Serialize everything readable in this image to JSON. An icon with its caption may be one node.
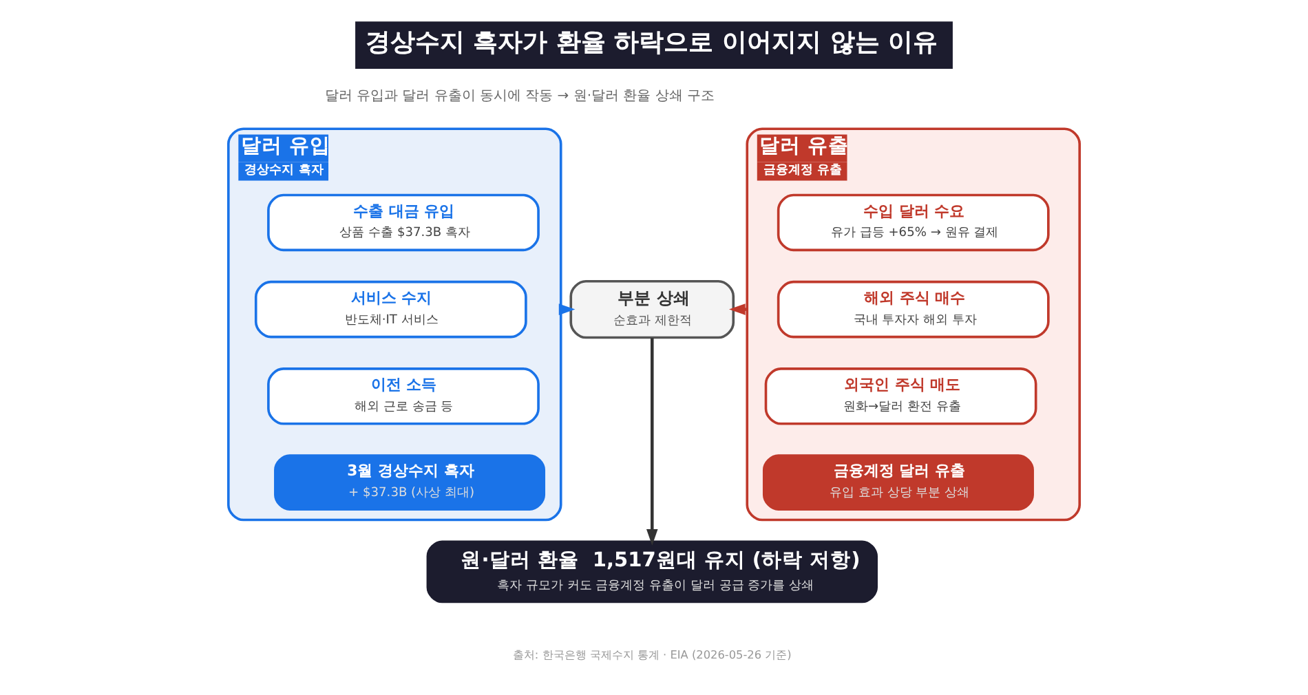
{
  "diagram": {
    "title": "경상수지 흑자가 환율 하락으로 이어지지 않는 이유",
    "caption": "출처: 한국은행 국제수지 통계 · EIA (2026-05-26 기준)",
    "nodes": [
      {
        "text": [
          "달러 유입",
          "경상수지 흑자"
        ]
      },
      {
        "text": [
          "수출 대금 유입",
          "상품 수출 $37.3B 흑자"
        ],
        "in": 0
      },
      {
        "text": [
          "서비스 수지",
          "반도체·IT 서비스"
        ],
        "in": 0
      },
      {
        "text": [
          "이전 소득",
          "해외 근로 송금 등"
        ],
        "in": 0
      },
      {
        "text": [
          "3월 경상수지 흑자",
          "+ $37.3B (사상 최대)"
        ],
        "in": 0
      },
      {
        "text": [
          "부분 상쇄",
          "순효과 제한적"
        ]
      },
      {
        "text": [
          "달러 유출",
          "금융계정 유출"
        ]
      },
      {
        "text": [
          "수입 달러 수요",
          "유가 급등 +65% → 원유 결제"
        ],
        "in": 6
      },
      {
        "text": [
          "해외 주식 매수",
          "국내 투자자 해외 투자"
        ],
        "in": 6
      },
      {
        "text": [
          "외국인 주식 매도",
          "원화→달러 환전 유출"
        ],
        "in": 6
      },
      {
        "text": [
          "금융계정 달러 유출",
          "유입 효과 상당 부분 상쇄"
        ],
        "in": 6
      },
      {
        "text": [
          "원·달러 환율  1,517원대 유지 (하락 저항)",
          "흑자 규모가 커도 금융계정 유출이 달러 공급 증가를 상쇄"
        ]
      }
    ],
    "edges": [
      {
        "from": 0,
        "to": 5,
        "arrow": "to",
        "color": "#1a73e8"
      },
      {
        "from": 6,
        "to": 5,
        "arrow": "to",
        "color": "#c0392b"
      },
      {
        "from": 5,
        "to": 11,
        "arrow": "to",
        "color": "#333333"
      }
    ],
    "labels": [
      "달러 유입과 달러 유출이 동시에 작동 → 원·달러 환율 상쇄 구조"
    ]
  }
}
